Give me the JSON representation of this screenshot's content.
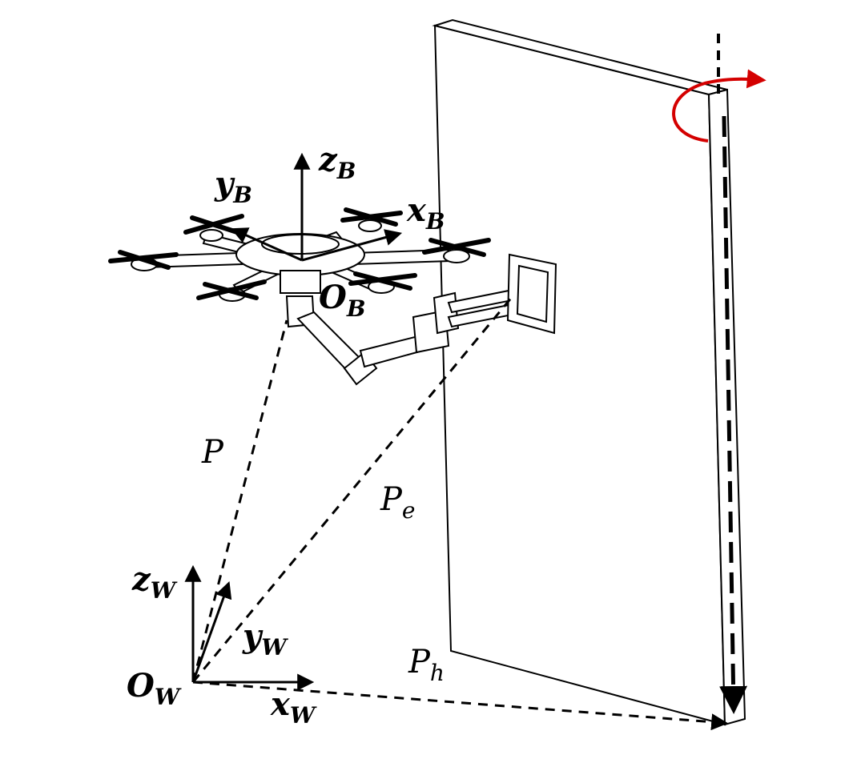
{
  "labels": {
    "zB": {
      "main": "z",
      "sub": "B"
    },
    "yB": {
      "main": "y",
      "sub": "B"
    },
    "xB": {
      "main": "x",
      "sub": "B"
    },
    "OB": {
      "main": "O",
      "sub": "B"
    },
    "zW": {
      "main": "z",
      "sub": "W"
    },
    "yW": {
      "main": "y",
      "sub": "W"
    },
    "xW": {
      "main": "x",
      "sub": "W"
    },
    "OW": {
      "main": "O",
      "sub": "W"
    },
    "P": {
      "main": "P"
    },
    "Pe": {
      "main": "P",
      "sub": "e"
    },
    "Ph": {
      "main": "P",
      "sub": "h"
    }
  },
  "colors": {
    "ink": "#000000",
    "rotation_arrow": "#d40000",
    "background": "#ffffff"
  },
  "icons": {
    "drone": "hexacopter-icon",
    "door": "door-panel-icon",
    "hinge_rotation": "rotation-arrow-icon"
  }
}
